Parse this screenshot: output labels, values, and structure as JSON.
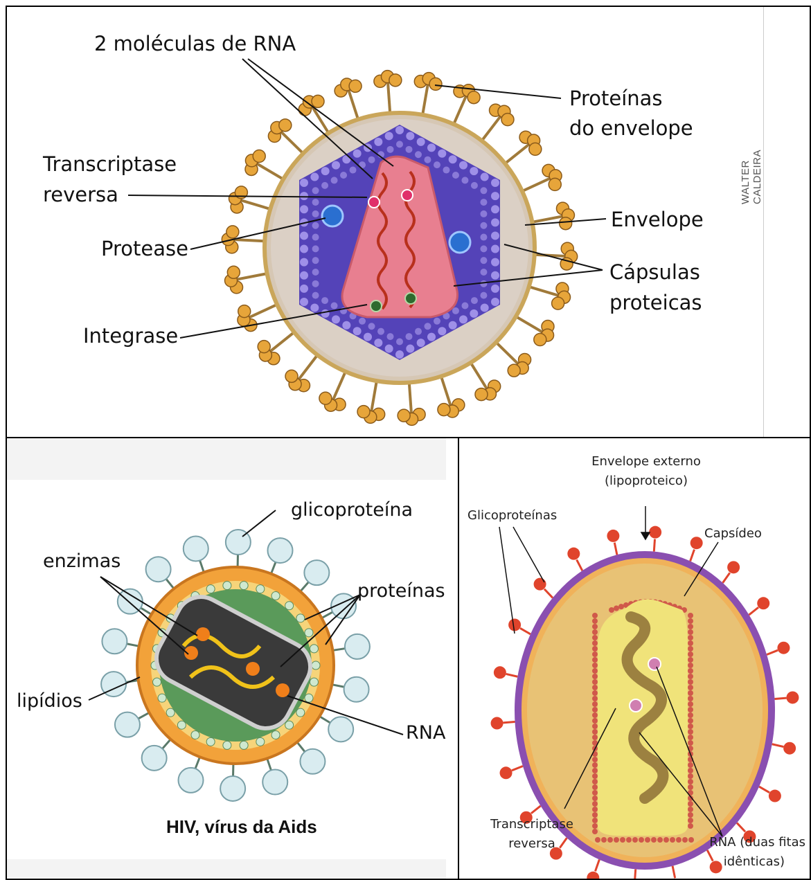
{
  "top_panel": {
    "labels": {
      "rna_molecules": "2 moléculas de RNA",
      "reverse_transcriptase_line1": "Transcriptase",
      "reverse_transcriptase_line2": "reversa",
      "protease": "Protease",
      "integrase": "Integrase",
      "envelope_proteins_line1": "Proteínas",
      "envelope_proteins_line2": "do envelope",
      "envelope": "Envelope",
      "protein_capsules_line1": "Cápsulas",
      "protein_capsules_line2": "proteicas"
    },
    "credit": "WALTER CALDEIRA"
  },
  "bottom_left_panel": {
    "labels": {
      "glycoprotein": "glicoproteína",
      "enzymes": "enzimas",
      "proteins": "proteínas",
      "lipids": "lipídios",
      "rna": "RNA"
    },
    "caption": "HIV, vírus da Aids"
  },
  "bottom_right_panel": {
    "labels": {
      "outer_envelope_line1": "Envelope externo",
      "outer_envelope_line2": "(lipoproteico)",
      "glycoproteins": "Glicoproteínas",
      "capsid": "Capsídeo",
      "reverse_transcriptase_line1": "Transcriptase",
      "reverse_transcriptase_line2": "reversa",
      "rna_line1": "RNA (duas fitas",
      "rna_line2": "idênticas)"
    }
  },
  "colors": {
    "spike_orange": "#e7a53a",
    "envelope_gold": "#d8b35c",
    "capsule_purple": "#6a58c8",
    "core_pink": "#e77c8c",
    "rna_red": "#c0321c",
    "glyco_light": "#d9ecf0",
    "shell_orange": "#f2a23a",
    "green_capsid": "#5a9a5a",
    "envelope_violet": "#8a4fb0",
    "knob_red": "#e0442c",
    "interior_tan": "#e8c275"
  }
}
